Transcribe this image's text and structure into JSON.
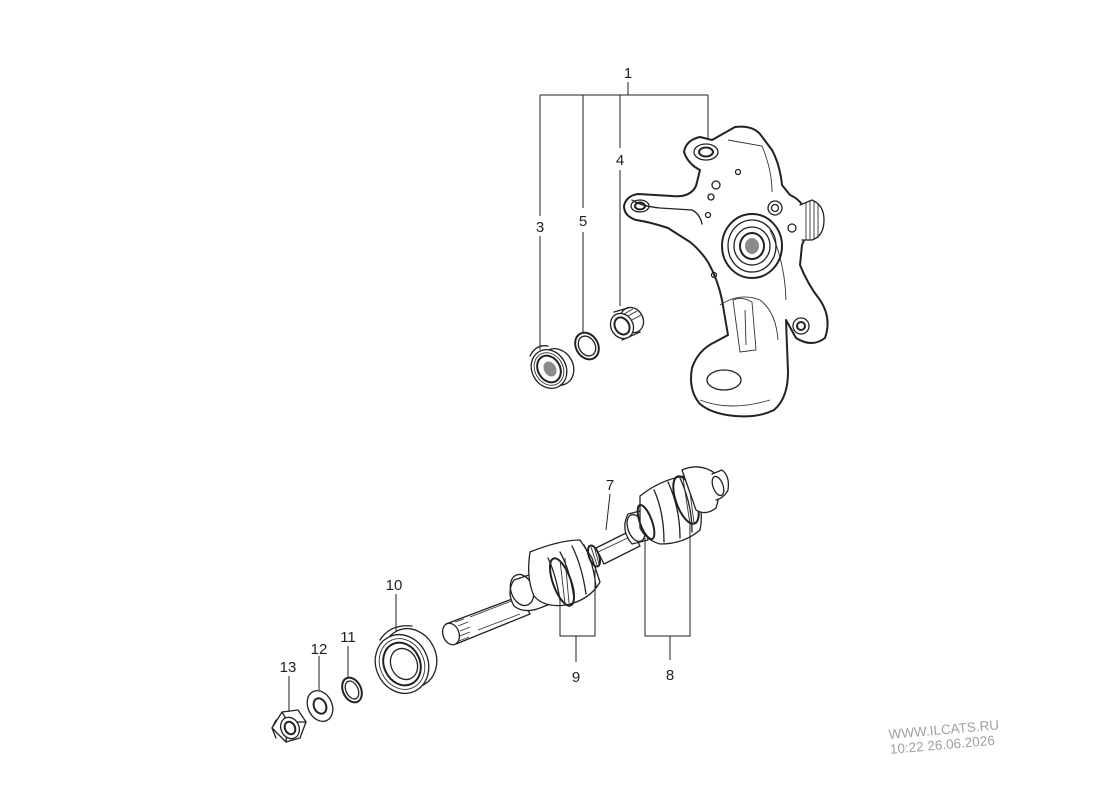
{
  "callouts": {
    "c1": "1",
    "c3": "3",
    "c4": "4",
    "c5": "5",
    "c7": "7",
    "c8": "8",
    "c9": "9",
    "c10": "10",
    "c11": "11",
    "c12": "12",
    "c13": "13"
  },
  "watermark": {
    "line1": "WWW.ILCATS.RU",
    "line2": "10:22 26.06.2026"
  }
}
